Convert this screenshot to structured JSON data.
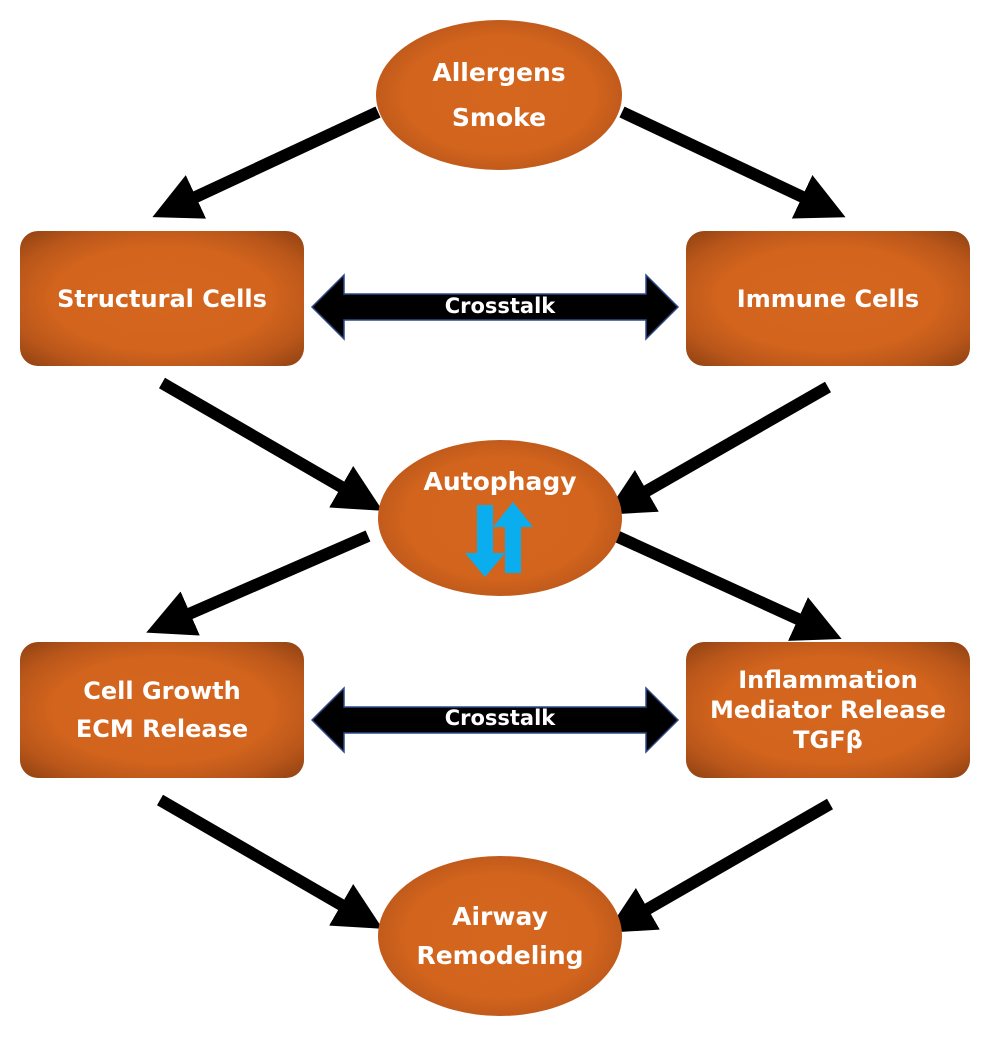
{
  "diagram": {
    "title": "",
    "colors": {
      "node_fill": "#d2641d",
      "node_edge": "#8e4112",
      "node_text": "#ffffff",
      "arrow": "#000000",
      "crosstalk_outline": "#2f4a8a",
      "autophagy_arrows": "#0aaeee",
      "background": "#ffffff"
    },
    "nodes": {
      "triggers": {
        "shape": "ellipse",
        "lines": [
          "Allergens",
          "Smoke"
        ]
      },
      "structural_cells": {
        "shape": "rounded-rect",
        "lines": [
          "Structural Cells"
        ]
      },
      "immune_cells": {
        "shape": "rounded-rect",
        "lines": [
          "Immune Cells"
        ]
      },
      "autophagy": {
        "shape": "ellipse",
        "lines": [
          "Autophagy"
        ],
        "indicator": "up-down-arrows-icon"
      },
      "cell_growth": {
        "shape": "rounded-rect",
        "lines": [
          "Cell Growth",
          "ECM Release"
        ]
      },
      "inflammation": {
        "shape": "rounded-rect",
        "lines": [
          "Inflammation",
          "Mediator Release",
          "TGFβ"
        ]
      },
      "airway_remodeling": {
        "shape": "ellipse",
        "lines": [
          "Airway",
          "Remodeling"
        ]
      }
    },
    "crosstalk": [
      {
        "label": "Crosstalk",
        "between": [
          "structural_cells",
          "immune_cells"
        ]
      },
      {
        "label": "Crosstalk",
        "between": [
          "cell_growth",
          "inflammation"
        ]
      }
    ],
    "edges": [
      {
        "from": "triggers",
        "to": "structural_cells"
      },
      {
        "from": "triggers",
        "to": "immune_cells"
      },
      {
        "from": "structural_cells",
        "to": "autophagy"
      },
      {
        "from": "immune_cells",
        "to": "autophagy"
      },
      {
        "from": "autophagy",
        "to": "cell_growth"
      },
      {
        "from": "autophagy",
        "to": "inflammation"
      },
      {
        "from": "cell_growth",
        "to": "airway_remodeling"
      },
      {
        "from": "inflammation",
        "to": "airway_remodeling"
      }
    ]
  }
}
